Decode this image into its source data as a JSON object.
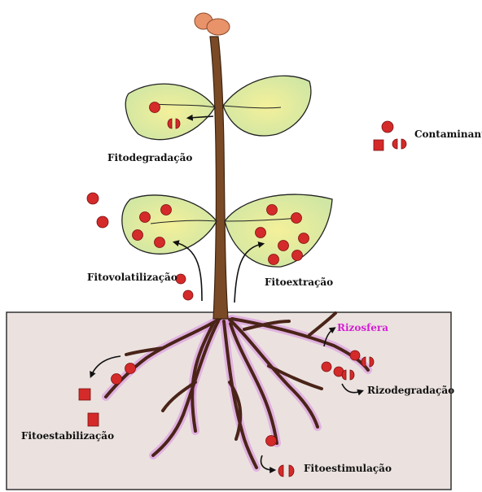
{
  "labels": {
    "contaminante": "Contaminante",
    "fitodegradacao": "Fitodegradação",
    "fitovolatilizacao": "Fitovolatilização",
    "fitoextracao": "Fitoextração",
    "rizosfera": "Rizosfera",
    "rizodegradacao": "Rizodegradação",
    "fitoestabilizacao": "Fitoestabilização",
    "fitoestimulacao": "Fitoestimulação"
  },
  "colors": {
    "contaminant": "#d42a2a",
    "leaf_fill": "#dcecb0",
    "leaf_center": "#f1ee9a",
    "stem": "#7a4a26",
    "root": "#4a2418",
    "rhizosphere": "#d98be0",
    "rizosfera_text": "#d21fd2",
    "soil": "#ebe2df",
    "seed": "#e9936a"
  }
}
